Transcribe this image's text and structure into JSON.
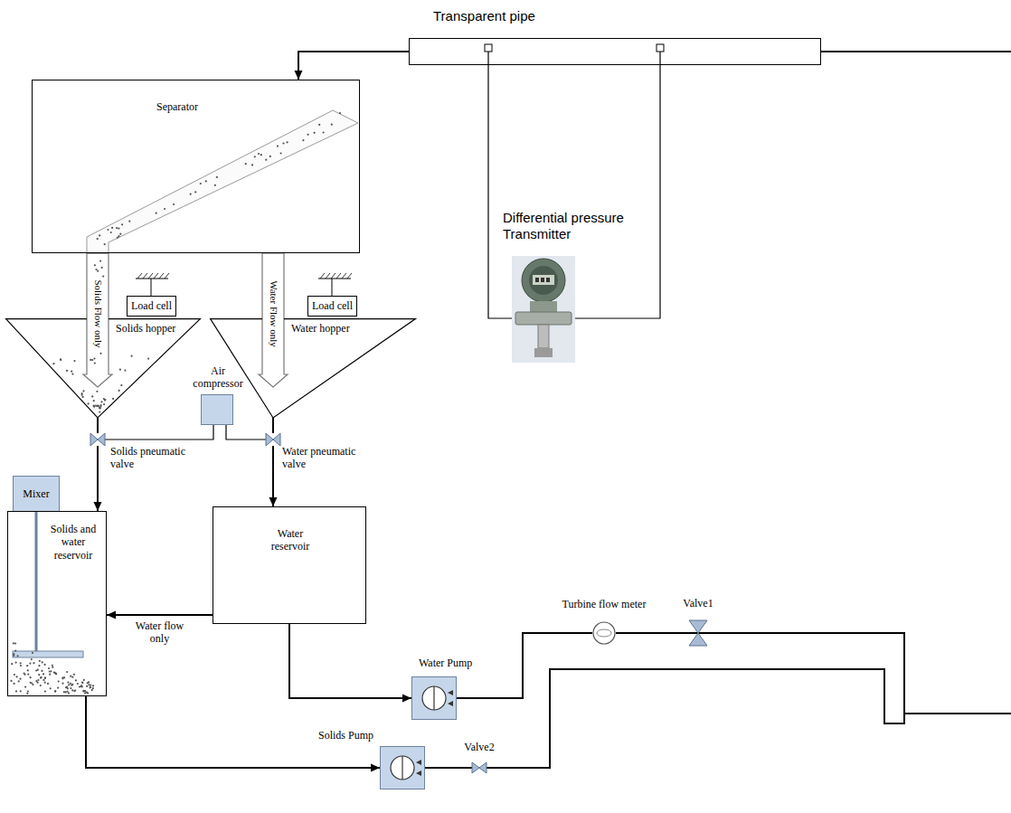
{
  "diagram": {
    "nodes": [
      {
        "text": [
          "Transparent pipe"
        ]
      },
      {
        "text": [
          "Separator"
        ]
      },
      {
        "text": [
          "Load cell"
        ]
      },
      {
        "text": [
          "Load cell"
        ]
      },
      {
        "text": [
          "Solids hopper"
        ]
      },
      {
        "text": [
          "Water hopper"
        ]
      },
      {
        "text": [
          "Air compressor"
        ]
      },
      {
        "text": [
          "Solids pneumatic valve"
        ]
      },
      {
        "text": [
          "Water pneumatic valve"
        ]
      },
      {
        "text": [
          "Mixer"
        ]
      },
      {
        "text": [
          "Solids and water reservoir"
        ]
      },
      {
        "text": [
          "Water reservoir"
        ]
      },
      {
        "text": [
          "Turbine flow meter"
        ]
      },
      {
        "text": [
          "Valve1"
        ]
      },
      {
        "text": [
          "Water Pump"
        ]
      },
      {
        "text": [
          "Solids Pump"
        ]
      },
      {
        "text": [
          "Valve2"
        ]
      }
    ],
    "edges": [
      {
        "from": 0,
        "to": 1,
        "arrow": "to"
      },
      {
        "from": 1,
        "to": 4,
        "label": "Solids Flow only",
        "arrow": "to"
      },
      {
        "from": 1,
        "to": 5,
        "label": "Water Flow only",
        "arrow": "to"
      },
      {
        "from": 4,
        "to": 7,
        "arrow": "none"
      },
      {
        "from": 5,
        "to": 8,
        "arrow": "none"
      },
      {
        "from": 6,
        "to": 7,
        "arrow": "none"
      },
      {
        "from": 6,
        "to": 8,
        "arrow": "none"
      },
      {
        "from": 7,
        "to": 10,
        "arrow": "to"
      },
      {
        "from": 8,
        "to": 11,
        "arrow": "to"
      },
      {
        "from": 11,
        "to": 10,
        "label": "Water flow only",
        "arrow": "to"
      },
      {
        "from": 11,
        "to": 14,
        "arrow": "to"
      },
      {
        "from": 10,
        "to": 15,
        "arrow": "to"
      },
      {
        "from": 14,
        "to": 12,
        "arrow": "none"
      },
      {
        "from": 12,
        "to": 13,
        "arrow": "none"
      },
      {
        "from": 15,
        "to": 16,
        "arrow": "none"
      }
    ],
    "labels": [
      "Differential pressure Transmitter"
    ]
  }
}
